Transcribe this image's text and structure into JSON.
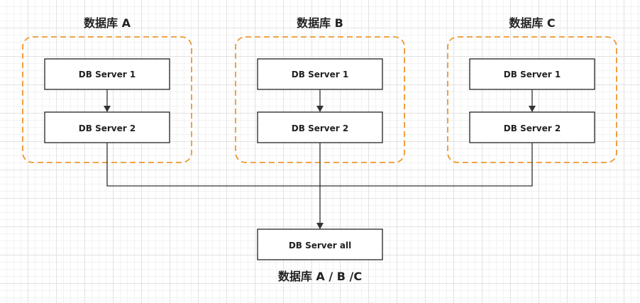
{
  "diagram": {
    "groups": [
      {
        "title": "数据库 A",
        "server1": "DB Server 1",
        "server2": "DB Server 2"
      },
      {
        "title": "数据库 B",
        "server1": "DB Server 1",
        "server2": "DB Server 2"
      },
      {
        "title": "数据库 C",
        "server1": "DB Server 1",
        "server2": "DB Server 2"
      }
    ],
    "target": {
      "label": "DB Server all",
      "caption": "数据库 A / B /C"
    }
  },
  "colors": {
    "group_border": "#f0962e",
    "box_border": "#222222",
    "connector": "#333333"
  }
}
